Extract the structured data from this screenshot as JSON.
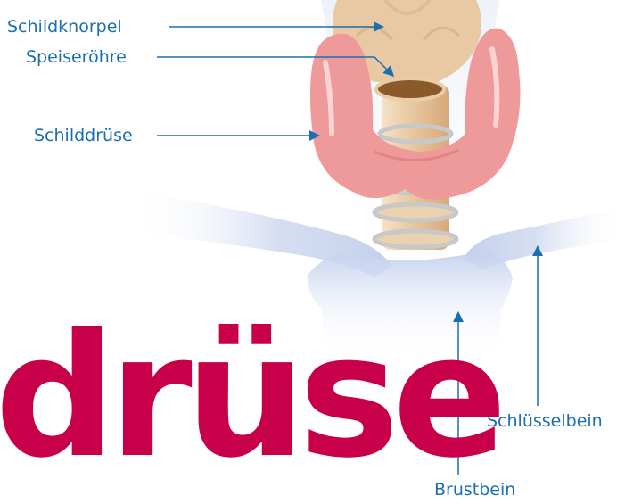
{
  "colors": {
    "label": "#1a6fb0",
    "arrow": "#1a6fb0",
    "title": "#c8004a",
    "bone": "#cdd8ee",
    "thyroid": "#ef9a9a",
    "cartilage": "#e9c9a3",
    "trachea": "#e7c49b"
  },
  "labels": {
    "thyroid_cartilage": "Schildknorpel",
    "esophagus": "Speiseröhre",
    "thyroid_gland": "Schilddrüse",
    "clavicle": "Schlüsselbein",
    "sternum": "Brustbein"
  },
  "title_word": "drüse"
}
